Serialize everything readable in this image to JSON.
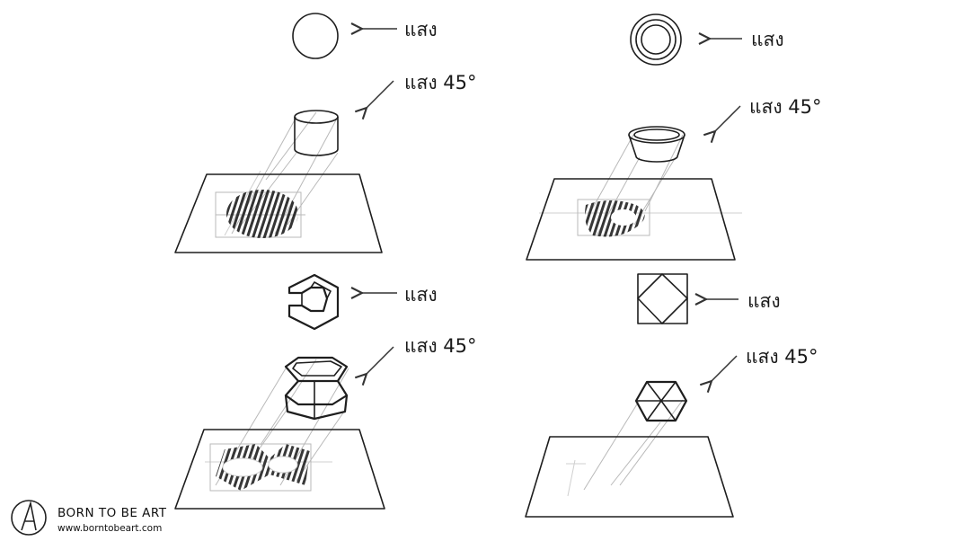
{
  "labels": {
    "light": "แสง",
    "light45": "แสง 45°"
  },
  "brand": {
    "title": "BORN TO BE ART",
    "url": "www.borntobeart.com"
  }
}
